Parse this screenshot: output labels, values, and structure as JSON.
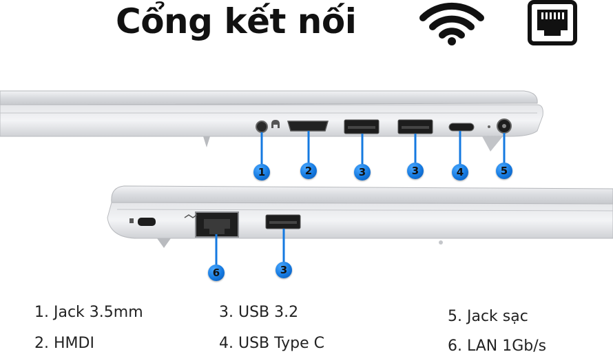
{
  "title": "Cổng kết nối",
  "icons": [
    "wifi-icon",
    "lan-port-icon"
  ],
  "markers": {
    "top": [
      "1",
      "2",
      "3",
      "3",
      "4",
      "5"
    ],
    "bottom": [
      "6",
      "3"
    ]
  },
  "legend": {
    "col1": [
      "1. Jack 3.5mm",
      "2. HMDI"
    ],
    "col2": [
      "3. USB 3.2",
      "4. USB Type C"
    ],
    "col3": [
      "5. Jack sạc",
      "6. LAN 1Gb/s"
    ]
  },
  "colors": {
    "marker": "#1479e0",
    "accent_dark": "#111111"
  }
}
